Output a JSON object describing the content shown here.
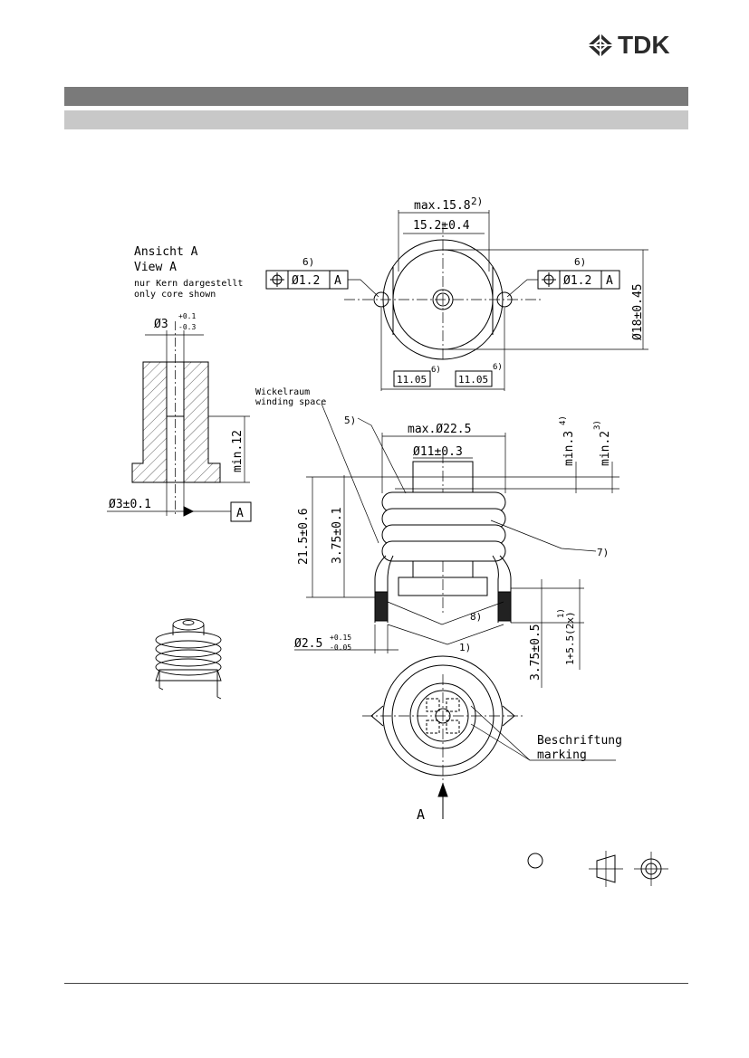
{
  "header": {
    "logo_text": "TDK",
    "logo_icon": "tdk-diamond-icon"
  },
  "drawing": {
    "view_a": {
      "title_de": "Ansicht A",
      "title_en": "View A",
      "note_de": "nur Kern dargestellt",
      "note_en": "only core shown"
    },
    "dims": {
      "max_15_8": "max.15.8",
      "note_2": "2)",
      "d15_2": "15.2±0.4",
      "note_6": "6)",
      "tol_pos": "Ø1.2",
      "datum_a": "A",
      "d18": "Ø18±0.45",
      "d11_05": "11.05",
      "d3_top": "Ø3",
      "d3_top_plus": "+0.1",
      "d3_top_minus": "-0.3",
      "min12": "min.12",
      "d3_bottom": "Ø3±0.1",
      "winding_de": "Wickelraum",
      "winding_en": "winding space",
      "note_5": "5)",
      "max_22_5": "max.Ø22.5",
      "d11": "Ø11±0.3",
      "min3": "min.3",
      "note_4": "4)",
      "min2": "min.2",
      "note_3": "3)",
      "h21_5": "21.5±0.6",
      "h3_75": "3.75±0.1",
      "note_7": "7)",
      "note_8": "8)",
      "d2_5": "Ø2.5",
      "d2_5_plus": "+0.15",
      "d2_5_minus": "-0.05",
      "note_1": "1)",
      "h3_75b": "3.75±0.5",
      "pin_len": "1+5.5(2x)",
      "note_1b": "1)",
      "marking_de": "Beschriftung",
      "marking_en": "marking",
      "view_arrow": "A"
    }
  }
}
